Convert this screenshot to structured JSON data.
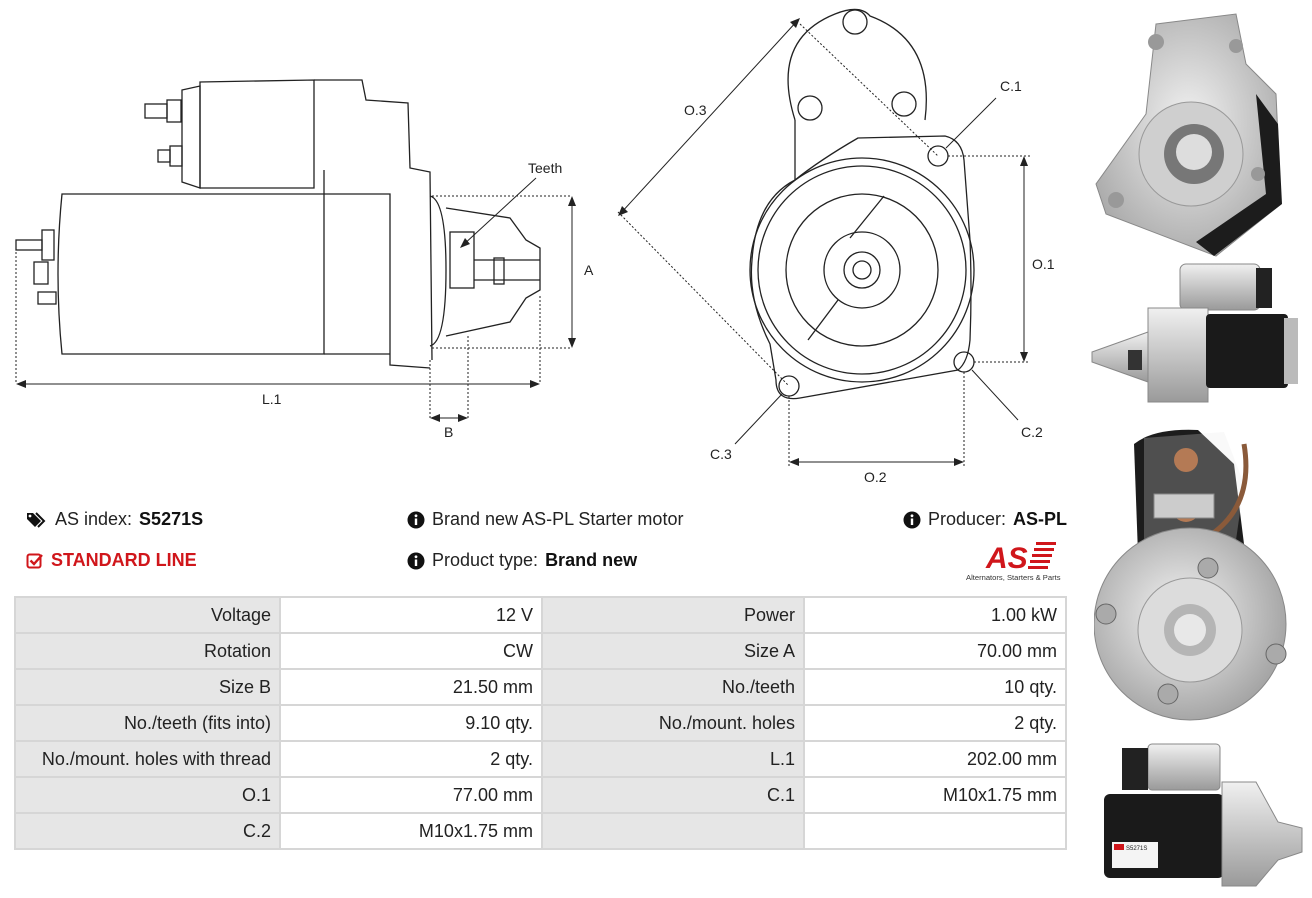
{
  "drawing": {
    "side_labels": {
      "teeth": "Teeth",
      "a": "A",
      "l1": "L.1",
      "b": "B"
    },
    "front_labels": {
      "o3": "O.3",
      "c1": "C.1",
      "o1": "O.1",
      "c2": "C.2",
      "c3": "C.3",
      "o2": "O.2"
    }
  },
  "info": {
    "as_index_label": "AS index:",
    "as_index_value": "S5271S",
    "standard_line": "STANDARD LINE",
    "description": "Brand new AS-PL Starter motor",
    "product_type_label": "Product type:",
    "product_type_value": "Brand new",
    "producer_label": "Producer:",
    "producer_value": "AS-PL",
    "logo_text": "AS",
    "logo_tagline": "Alternators, Starters & Parts"
  },
  "specs": [
    [
      "Voltage",
      "12 V",
      "Power",
      "1.00 kW"
    ],
    [
      "Rotation",
      "CW",
      "Size A",
      "70.00 mm"
    ],
    [
      "Size B",
      "21.50 mm",
      "No./teeth",
      "10 qty."
    ],
    [
      "No./teeth (fits into)",
      "9.10 qty.",
      "No./mount. holes",
      "2 qty."
    ],
    [
      "No./mount. holes with thread",
      "2 qty.",
      "L.1",
      "202.00 mm"
    ],
    [
      "O.1",
      "77.00 mm",
      "C.1",
      "M10x1.75 mm"
    ],
    [
      "C.2",
      "M10x1.75 mm",
      "",
      ""
    ]
  ],
  "photos": {
    "label_text": "S5271S"
  },
  "colors": {
    "accent_red": "#d0161b",
    "table_key_bg": "#e6e6e6",
    "table_border": "#d6d6d6"
  }
}
